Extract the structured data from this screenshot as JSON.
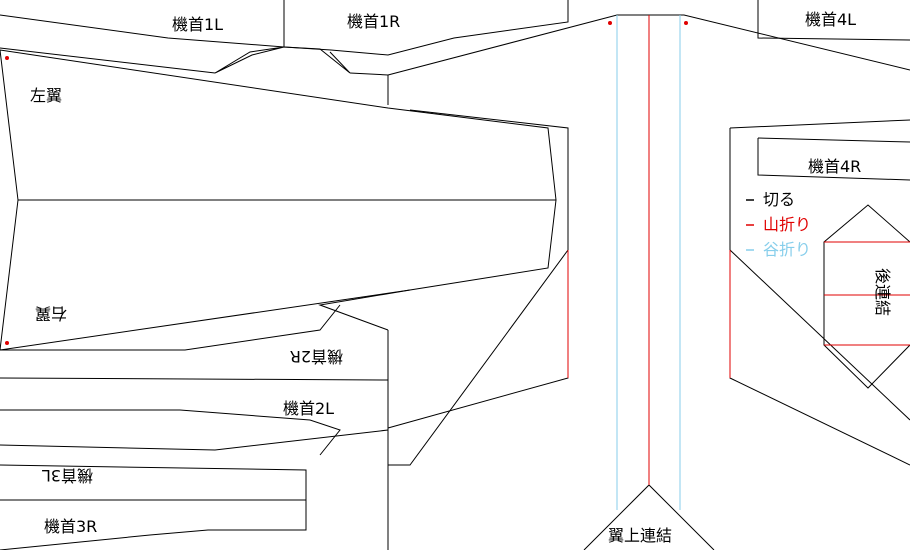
{
  "colors": {
    "cut": "#000000",
    "mountain": "#e00000",
    "valley": "#87ceeb",
    "marker": "#e00000"
  },
  "labels": {
    "nose_1l": "機首1L",
    "nose_1r": "機首1R",
    "nose_4l": "機首4L",
    "nose_4r": "機首4R",
    "left_wing": "左翼",
    "right_wing": "右翼",
    "nose_2r": "機首2R",
    "nose_2l": "機首2L",
    "nose_3l": "機首3L",
    "nose_3r": "機首3R",
    "rear_joint": "後連結",
    "wing_joint": "翼上連結"
  },
  "legend": {
    "cut": "切る",
    "mountain": "山折り",
    "valley": "谷折り"
  }
}
